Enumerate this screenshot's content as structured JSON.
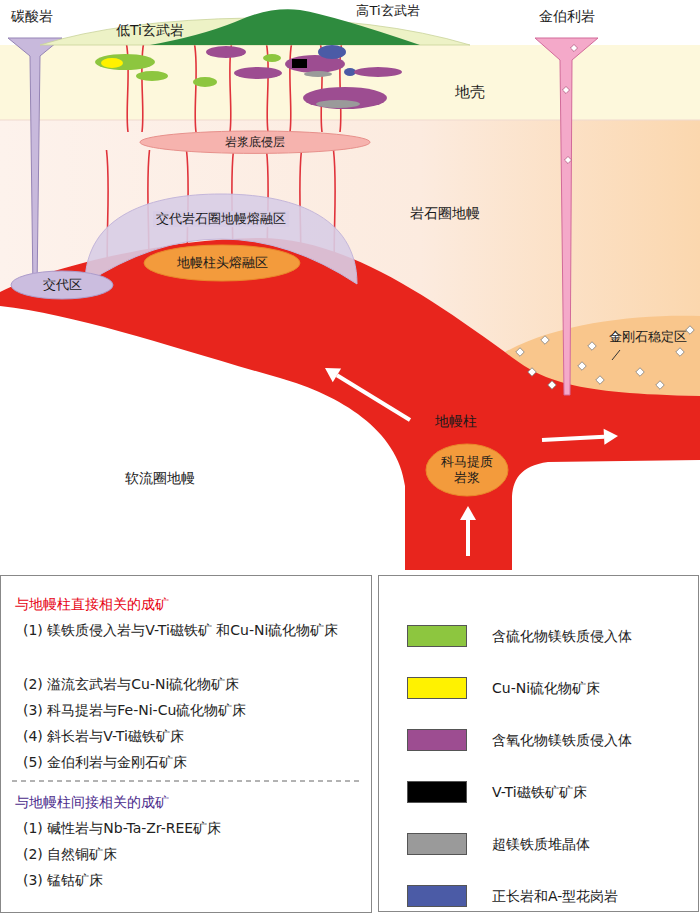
{
  "diagram": {
    "nodes": [
      {
        "text": [
          "岩浆底侵层"
        ]
      },
      {
        "text": [
          "交代岩石圈地幔熔融区"
        ]
      },
      {
        "text": [
          "地幔柱头熔融区"
        ]
      },
      {
        "text": [
          "交代区"
        ]
      },
      {
        "text": [
          "科马提质岩浆"
        ]
      },
      {
        "text": [
          "与地幔柱直接相关的成矿",
          "(1) 镁铁质侵入岩与V-Ti磁铁矿 和Cu-Ni硫化物矿床",
          "(2) 溢流玄武岩与Cu-Ni硫化物矿床",
          "(3) 科马提岩与Fe-Ni-Cu硫化物矿床",
          "(4) 斜长岩与V-Ti磁铁矿床",
          "(5) 金伯利岩与金刚石矿床",
          "与地幔柱间接相关的成矿",
          "(1) 碱性岩与Nb-Ta-Zr-REE矿床",
          "(2) 自然铜矿床",
          "(3) 锰钴矿床"
        ]
      }
    ],
    "labels": [
      "碳酸岩",
      "低Ti玄武岩",
      "高Ti玄武岩",
      "金伯利岩",
      "地壳",
      "岩石圈地幔",
      "金刚石稳定区",
      "地幔柱",
      "软流圈地幔"
    ],
    "legend": [
      {
        "text": "含硫化物镁铁质侵入体",
        "color": "#8dc63f"
      },
      {
        "text": "Cu-Ni硫化物矿床",
        "color": "#fff200"
      },
      {
        "text": "含氧化物镁铁质侵入体",
        "color": "#9d4d91"
      },
      {
        "text": "V-Ti磁铁矿矿床",
        "color": "#000000"
      },
      {
        "text": "超镁铁质堆晶体",
        "color": "#9a9a9a"
      },
      {
        "text": "正长岩和A-型花岗岩",
        "color": "#4b5ba6"
      }
    ]
  }
}
